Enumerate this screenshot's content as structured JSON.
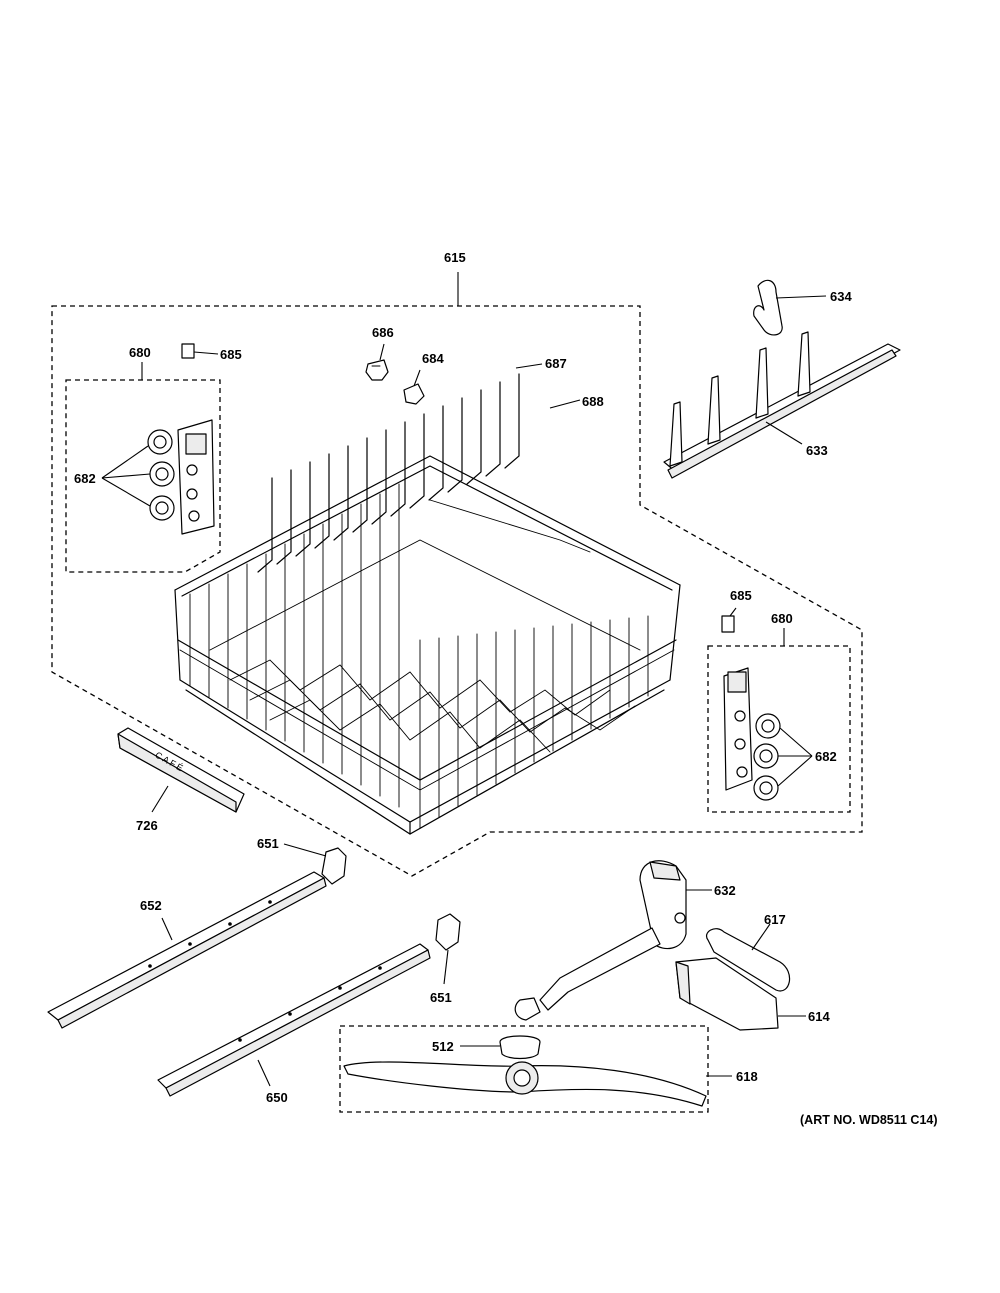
{
  "art_number": "(ART NO. WD8511 C14)",
  "brand_mark": "CAFÉ",
  "callouts": {
    "c615": "615",
    "c634": "634",
    "c633": "633",
    "c686": "686",
    "c684": "684",
    "c687": "687",
    "c688": "688",
    "c680_left": "680",
    "c685_left": "685",
    "c682_left": "682",
    "c685_right": "685",
    "c680_right": "680",
    "c682_right": "682",
    "c726": "726",
    "c651_top": "651",
    "c652": "652",
    "c651_bottom": "651",
    "c650": "650",
    "c632": "632",
    "c617": "617",
    "c614": "614",
    "c512": "512",
    "c618": "618"
  }
}
